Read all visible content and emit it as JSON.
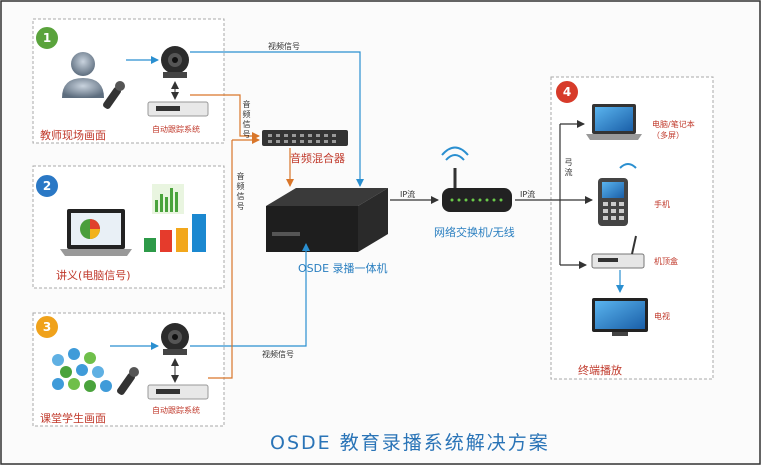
{
  "title": "OSDE 教育录播系统解决方案",
  "sections": {
    "s1": {
      "badge": "1",
      "label": "教师现场画面",
      "tracker": "自动跟踪系统",
      "badge_color": "#5aa33c"
    },
    "s2": {
      "badge": "2",
      "label": "讲义(电脑信号)",
      "badge_color": "#2a78c5"
    },
    "s3": {
      "badge": "3",
      "label": "课堂学生画面",
      "tracker": "自动跟踪系统",
      "badge_color": "#f0a21b"
    },
    "s4": {
      "badge": "4",
      "label": "终端播放",
      "badge_color": "#d73b2a"
    }
  },
  "signals": {
    "video_top": "视频信号",
    "video_bottom": "视频信号",
    "audio_top": "音频信号",
    "audio_mid": "音频信号",
    "ip_in": "IP流",
    "ip_out": "IP流",
    "stream_vertical": "弓流"
  },
  "devices": {
    "mixer": "音频混合器",
    "recorder": "OSDE 录播一体机",
    "switch": "网络交换机/无线"
  },
  "terminals": {
    "laptop": "电脑/笔记本",
    "laptop_sub": "（多屏）",
    "phone": "手机",
    "stb": "机顶盒",
    "tv": "电视"
  },
  "colors": {
    "video_line": "#2a8fd0",
    "audio_line": "#d9762a",
    "ip_line": "#333333",
    "border": "#aaaaaa"
  }
}
